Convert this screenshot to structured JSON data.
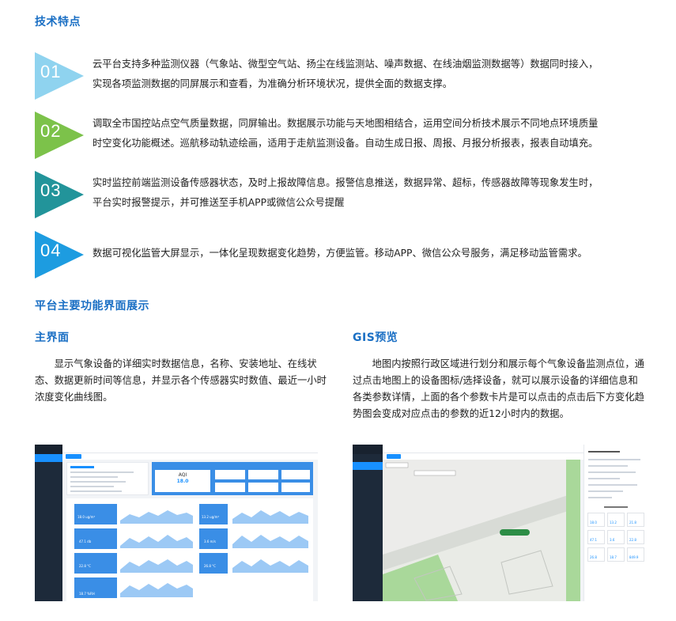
{
  "sections": {
    "tech_title": "技术特点",
    "platform_title": "平台主要功能界面展示"
  },
  "features": [
    {
      "num": "01",
      "color": "#8fd3ef",
      "lines": [
        "云平台支持多种监测仪器（气象站、微型空气站、扬尘在线监测站、噪声数据、在线油烟监测数据等）数据同时接入，",
        "实现各项监测数据的同屏展示和查看，为准确分析环境状况，提供全面的数据支撑。"
      ]
    },
    {
      "num": "02",
      "color": "#7cc24a",
      "lines": [
        "调取全市国控站点空气质量数据，同屏输出。数据展示功能与天地图相结合，运用空间分析技术展示不同地点环境质量",
        "时空变化功能概述。巡航移动轨迹绘画，适用于走航监测设备。自动生成日报、周报、月报分析报表，报表自动填充。"
      ]
    },
    {
      "num": "03",
      "color": "#22949a",
      "lines": [
        "实时监控前端监测设备传感器状态，及时上报故障信息。报警信息推送，数据异常、超标，传感器故障等现象发生时，",
        "平台实时报警提示，并可推送至手机APP或微信公众号提醒"
      ]
    },
    {
      "num": "04",
      "color": "#1d9ce0",
      "lines": [
        "数据可视化监管大屏显示，一体化呈现数据变化趋势，方便监管。移动APP、微信公众号服务，满足移动监管需求。"
      ]
    }
  ],
  "main_ui": {
    "title": "主界面",
    "paragraph": "显示气象设备的详细实时数据信息，名称、安装地址、在线状态、数据更新时间等信息，并显示各个传感器实时数值、最近一小时浓度变化曲线图。",
    "screenshot": {
      "aqi_label": "AQI",
      "aqi_value": "18.0",
      "card_values": [
        "18.0 ug/m³",
        "13.2 ug/m³",
        "47.1 db",
        "3.6 m/s",
        "22.8 °C",
        "26.8 °C",
        "18.7 %RH"
      ]
    }
  },
  "gis_ui": {
    "title": "GIS预览",
    "paragraph": "地图内按照行政区域进行划分和展示每个气象设备监测点位，通过点击地图上的设备图标/选择设备，就可以展示设备的详细信息和各类参数详情，上面的各个参数卡片是可以点击的点击后下方变化趋势图会变成对应点击的参数的近12小时内的数据。",
    "screenshot": {
      "panel_values": [
        "18.0",
        "13.2",
        "21.8",
        "47.1",
        "3.6",
        "22.8",
        "26.8",
        "18.7",
        "849.9"
      ]
    }
  },
  "colors": {
    "heading": "#1a6fc4",
    "chart_blue": "#1890ff",
    "sidebar": "#1d2a3a",
    "map_green": "#a9d89a"
  }
}
